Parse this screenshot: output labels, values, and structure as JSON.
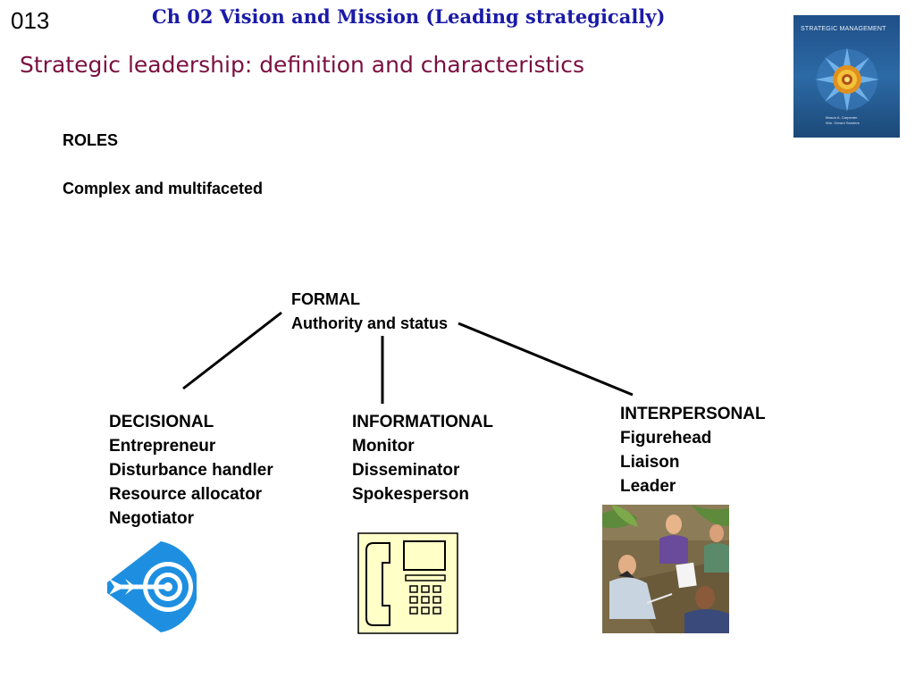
{
  "slide": {
    "number": "013",
    "header_title": "Ch 02  Vision and Mission (Leading strategically)",
    "subtitle": "Strategic leadership: definition and characteristics"
  },
  "book": {
    "title": "STRATEGIC MANAGEMENT",
    "authors": "Mason A. Carpenter\nWm. Gerard Sanders"
  },
  "intro": {
    "roles": "ROLES",
    "description": "Complex and multifaceted"
  },
  "formal": {
    "heading": "FORMAL",
    "subheading": "Authority and status"
  },
  "roles": [
    {
      "heading": "DECISIONAL",
      "items": [
        "Entrepreneur",
        "Disturbance handler",
        "Resource allocator",
        "Negotiator"
      ]
    },
    {
      "heading": "INFORMATIONAL",
      "items": [
        "Monitor",
        "Disseminator",
        "Spokesperson"
      ]
    },
    {
      "heading": "INTERPERSONAL",
      "items": [
        "Figurehead",
        "Liaison",
        "Leader"
      ]
    }
  ],
  "colors": {
    "header_title": "#1a1aa8",
    "subtitle": "#7a1040",
    "target_icon": "#1e8fe0",
    "phone_fill": "#ffffc8"
  },
  "icons": [
    "target-icon",
    "telephone-icon",
    "meeting-clipart"
  ]
}
